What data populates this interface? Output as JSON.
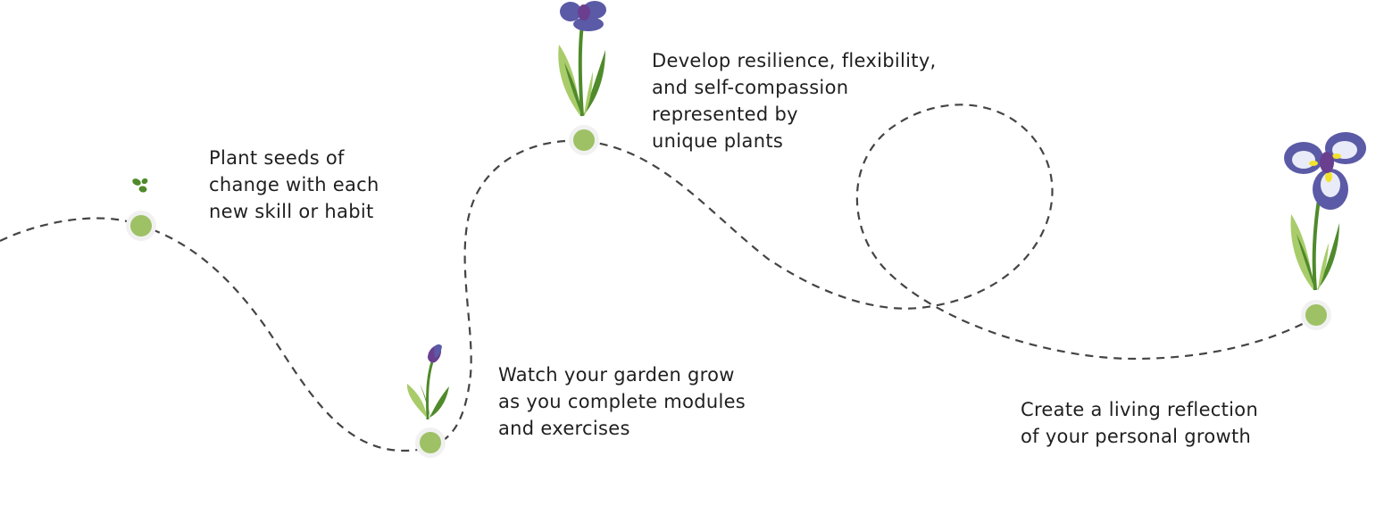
{
  "colors": {
    "path": "#444444",
    "milestone": "#9dc164",
    "milestone_ring": "#f1f1f1",
    "leaf_dark": "#4f8a2b",
    "leaf_light": "#a9cc6a",
    "petal_purple": "#5b5aa6",
    "petal_deep": "#6a3f8f",
    "petal_light": "#e9ecf8",
    "petal_yellow": "#f3e22b",
    "text": "#1f1f1f"
  },
  "stages": [
    {
      "id": "seed",
      "illustration": "seed-sprout-icon",
      "caption_lines": [
        "Plant seeds of",
        "change with each",
        "new skill or habit"
      ]
    },
    {
      "id": "sprout",
      "illustration": "budding-plant-icon",
      "caption_lines": [
        "Watch your garden grow",
        "as you complete modules",
        "and exercises"
      ]
    },
    {
      "id": "bloom",
      "illustration": "iris-bud-plant-icon",
      "caption_lines": [
        "Develop resilience, flexibility,",
        "and self-compassion",
        "represented by",
        "unique plants"
      ]
    },
    {
      "id": "flourish",
      "illustration": "blooming-iris-icon",
      "caption_lines": [
        "Create a living reflection",
        "of your personal growth"
      ]
    }
  ]
}
